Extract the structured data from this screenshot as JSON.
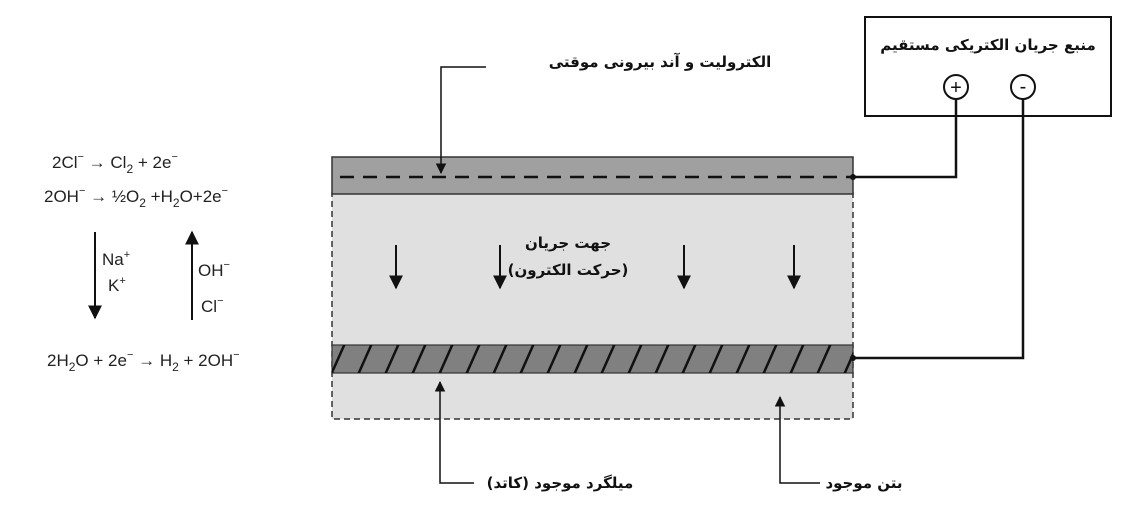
{
  "source": {
    "title": "منبع جریان الکتریکی مستقیم",
    "positive_symbol": "+",
    "negative_symbol": "-"
  },
  "labels": {
    "electrolyte_anode": "الکترولیت و آند بیرونی موقتی",
    "current_direction_line1": "جهت جریان",
    "current_direction_line2": "(حرکت الکترون)",
    "rebar_cathode": "میلگرد موجود (کاتد)",
    "concrete": "بتن موجود"
  },
  "reactions": {
    "anode_1": {
      "a": "2Cl",
      "b": " → Cl",
      "c": "2",
      "d": " + 2e"
    },
    "anode_2": {
      "a": "2OH",
      "b": " → ½O",
      "c": "2",
      "d": " +H",
      "e": "2",
      "f": "O+2e"
    },
    "cathode": {
      "a": "2H",
      "b": "2",
      "c": "O + 2e",
      "d": " → H",
      "e": "2",
      "f": " + 2OH"
    }
  },
  "ions": {
    "down_1": "Na",
    "down_1_sup": "+",
    "down_2": "K",
    "down_2_sup": "+",
    "up_1": "OH",
    "up_2": "Cl"
  },
  "colors": {
    "anode_layer": "#a0a0a0",
    "concrete": "#e0e0e0",
    "rebar": "#808080",
    "line": "#111111"
  }
}
